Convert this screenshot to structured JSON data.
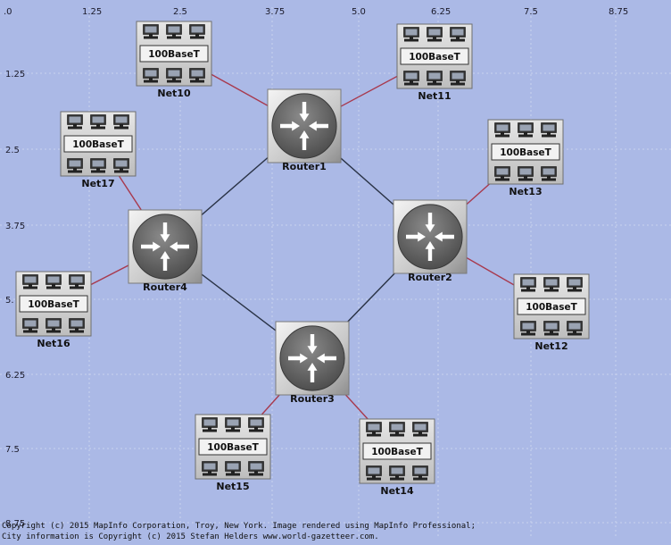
{
  "colors": {
    "background": "#abb9e6",
    "grid": "#c9d2ee",
    "router_link": "#2a3346",
    "net_link": "#a83a4e"
  },
  "axis": {
    "x_ticks": [
      ".0",
      "1.25",
      "2.5",
      "3.75",
      "5.0",
      "6.25",
      "7.5",
      "8.75"
    ],
    "y_ticks": [
      "1.25",
      "2.5",
      "3.75",
      "5.",
      "6.25",
      "7.5",
      "8.75"
    ]
  },
  "net_badge_text": "100BaseT",
  "routers": [
    {
      "id": "r1",
      "label": "Router1"
    },
    {
      "id": "r2",
      "label": "Router2"
    },
    {
      "id": "r3",
      "label": "Router3"
    },
    {
      "id": "r4",
      "label": "Router4"
    }
  ],
  "networks": [
    {
      "id": "n10",
      "label": "Net10"
    },
    {
      "id": "n11",
      "label": "Net11"
    },
    {
      "id": "n12",
      "label": "Net12"
    },
    {
      "id": "n13",
      "label": "Net13"
    },
    {
      "id": "n14",
      "label": "Net14"
    },
    {
      "id": "n15",
      "label": "Net15"
    },
    {
      "id": "n16",
      "label": "Net16"
    },
    {
      "id": "n17",
      "label": "Net17"
    }
  ],
  "links": [
    {
      "from": "r1",
      "to": "r2",
      "type": "router"
    },
    {
      "from": "r2",
      "to": "r3",
      "type": "router"
    },
    {
      "from": "r3",
      "to": "r4",
      "type": "router"
    },
    {
      "from": "r4",
      "to": "r1",
      "type": "router"
    },
    {
      "from": "r1",
      "to": "n10",
      "type": "net"
    },
    {
      "from": "r1",
      "to": "n11",
      "type": "net"
    },
    {
      "from": "r2",
      "to": "n13",
      "type": "net"
    },
    {
      "from": "r2",
      "to": "n12",
      "type": "net"
    },
    {
      "from": "r3",
      "to": "n15",
      "type": "net"
    },
    {
      "from": "r3",
      "to": "n14",
      "type": "net"
    },
    {
      "from": "r4",
      "to": "n17",
      "type": "net"
    },
    {
      "from": "r4",
      "to": "n16",
      "type": "net"
    }
  ],
  "copyright": [
    "Copyright (c) 2015 MapInfo Corporation, Troy, New York. Image rendered using MapInfo Professional;",
    "City information is Copyright (c) 2015 Stefan Helders www.world-gazetteer.com."
  ]
}
